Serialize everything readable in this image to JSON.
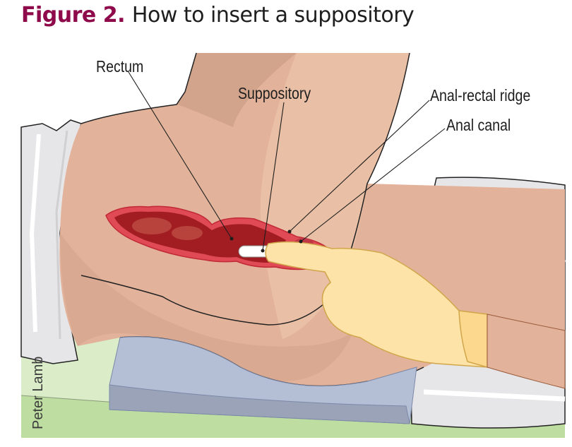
{
  "figure": {
    "number_label": "Figure 2.",
    "title": "How to insert a suppository"
  },
  "labels": {
    "rectum": "Rectum",
    "suppository": "Suppository",
    "anal_rectal_ridge": "Anal-rectal ridge",
    "anal_canal": "Anal canal"
  },
  "credit": "Peter Lamb",
  "colors": {
    "figure_accent": "#8e0a4a",
    "skin": "#e2b39a",
    "skin_shadow": "#d3a48c",
    "skin_light": "#ebc2a8",
    "rectum_outer": "#e04a55",
    "rectum_inner": "#a21d22",
    "glove": "#fde3a7",
    "glove_outline": "#d1a64a",
    "pad": "#b4bed4",
    "pad_side": "#9ba3b8",
    "bed_green": "#bedda1",
    "bed_green_light": "#daecc8",
    "sheet": "#e6e6e8"
  }
}
